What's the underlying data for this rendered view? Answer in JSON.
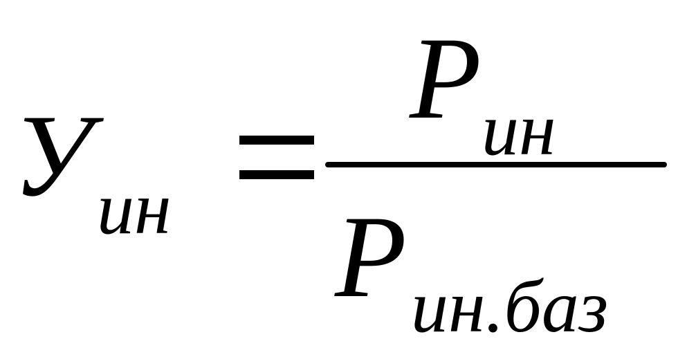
{
  "formula": {
    "lhs": {
      "symbol": "У",
      "subscript": "ин"
    },
    "operator": "=",
    "numerator": {
      "symbol": "P",
      "subscript": "ин"
    },
    "denominator": {
      "symbol": "P",
      "subscript": "ин.баз"
    }
  }
}
